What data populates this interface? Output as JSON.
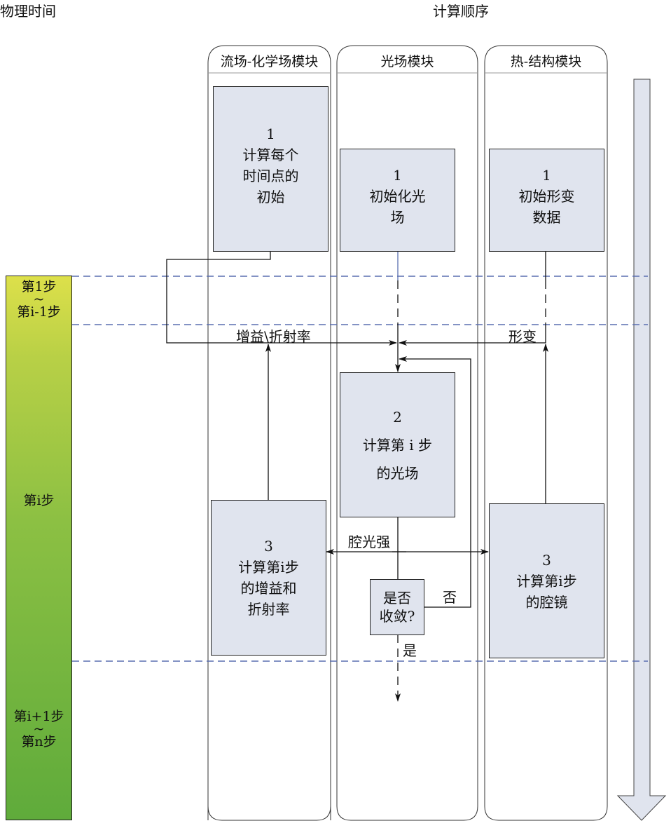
{
  "titles": {
    "physical_time": "物理时间",
    "compute_order": "计算顺序"
  },
  "lanes": [
    {
      "label": "流场-化学场模块"
    },
    {
      "label": "光场模块"
    },
    {
      "label": "热-结构模块"
    }
  ],
  "boxes": {
    "flow1": {
      "num": "1",
      "lines": [
        "计算每个",
        "时间点的",
        "初始"
      ]
    },
    "light1": {
      "num": "1",
      "lines": [
        "初始化光",
        "场"
      ]
    },
    "thermal1": {
      "num": "1",
      "lines": [
        "初始形变",
        "数据"
      ]
    },
    "light2": {
      "num": "2",
      "lines": [
        "计算第 i 步",
        "的光场"
      ]
    },
    "flow3": {
      "num": "3",
      "lines": [
        "计算第i步",
        "的增益和",
        "折射率"
      ]
    },
    "thermal3": {
      "num": "3",
      "lines": [
        "计算第i步",
        "的腔镜"
      ]
    },
    "decision": {
      "lines": [
        "是否",
        "收敛?"
      ]
    }
  },
  "edge_labels": {
    "gain": "增益\\折射率",
    "deform": "形变",
    "intensity": "腔光强",
    "no": "否",
    "yes": "是"
  },
  "time_steps": [
    {
      "lines": [
        "第1步",
        "~",
        "第i-1步"
      ]
    },
    {
      "lines": [
        "第i步"
      ]
    },
    {
      "lines": [
        "第i+1步",
        "~",
        "第n步"
      ]
    }
  ],
  "colors": {
    "box": "#e0e4ee",
    "dash": "#5a6fb0",
    "bar_top": "#dde04a",
    "bar_bottom": "#5fab3b"
  }
}
